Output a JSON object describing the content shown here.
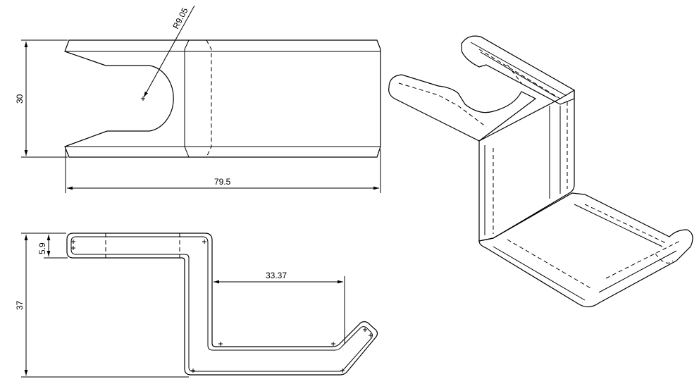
{
  "drawing": {
    "dimensions": {
      "width": "30",
      "length": "79.5",
      "radius": "R9.05",
      "height": "37",
      "lip": "5.9",
      "span": "33.37"
    },
    "colors": {
      "line": "#000000",
      "background": "#ffffff"
    }
  }
}
